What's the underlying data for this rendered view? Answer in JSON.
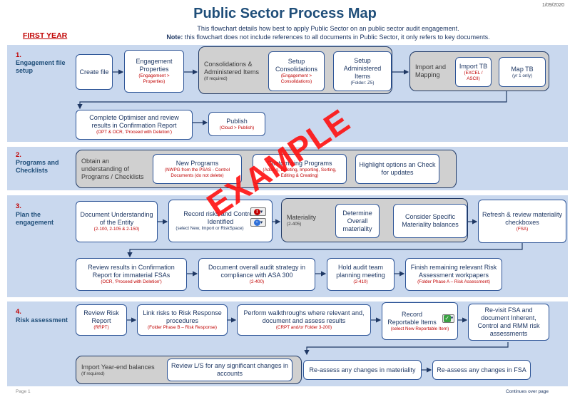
{
  "header": {
    "title": "Public Sector Process Map",
    "date": "1/09/2020",
    "intro_line1": "This flowchart details how best to apply Public Sector on an public sector audit engagement.",
    "note_label": "Note:",
    "note_text": " this flowchart does not include references to all documents in Public Sector, it only refers to key documents.",
    "first_year": "FIRST YEAR"
  },
  "sections": [
    {
      "num": "1.",
      "name": "Engagement file setup"
    },
    {
      "num": "2.",
      "name": "Programs and Checklists"
    },
    {
      "num": "3.",
      "name": "Plan the engagement"
    },
    {
      "num": "4.",
      "name": "Risk assessment"
    }
  ],
  "s1": {
    "create_file": "Create file",
    "eng_props": "Engagement Properties",
    "eng_props_sub": "(Engagement > Properties)",
    "consol_group": "Consolidations & Administered Items",
    "consol_group_sub": "(If required)",
    "setup_consol": "Setup Consolidations",
    "setup_consol_sub": "(Engagement > Consolidations)",
    "setup_admin": "Setup Administered Items",
    "setup_admin_sub": "(Folder: Z5)",
    "import_group": "Import and Mapping",
    "import_tb": "Import TB",
    "import_tb_sub": "(EXCEL / ASCII)",
    "map_tb": "Map TB",
    "map_tb_sub": "(yr 1 only)",
    "optimiser": "Complete Optimiser and review results in Confirmation Report",
    "optimiser_sub": "(OPT & OCR, 'Proceed with Deletion')",
    "publish": "Publish",
    "publish_sub": "(Cloud > Publish)"
  },
  "s2": {
    "group_text": "Obtain an understanding of Programs / Checklists",
    "new_programs": "New Programs",
    "new_programs_sub": "(NWPG from the PSAS - Control Documents (do not delete)",
    "customising": "Customising Programs",
    "customising_sub": "(Adding, Deleting, Importing, Sorting, Editing & Creating)",
    "highlight": "Highlight options an Check for updates"
  },
  "s3": {
    "doc_understanding": "Document Understanding of the Entity",
    "doc_understanding_sub": "(2-100, 2-105 & 2-150)",
    "record_risks": "Record risks and Controls Identified",
    "record_risks_sub": "(select New, Import or RiskSpace)",
    "materiality_group": "Materiality",
    "materiality_group_sub": "(2-405)",
    "determine_mat": "Determine Overall materiality",
    "specific_mat": "Consider Specific Materiality balances",
    "refresh_mat": "Refresh & review materiality checkboxes",
    "refresh_mat_sub": "(FSA)",
    "review_conf": "Review results in Confirmation Report for immaterial FSAs",
    "review_conf_sub": "(OCR, 'Proceed with Deletion')",
    "doc_strategy": "Document overall audit strategy in compliance with ASA 300",
    "doc_strategy_sub": "(2-400)",
    "hold_meeting": "Hold audit team planning meeting",
    "hold_meeting_sub": "(2-410)",
    "finish_remaining": "Finish remaining relevant Risk Assessment workpapers",
    "finish_remaining_sub": "(Folder Phase A – Risk Assessment)"
  },
  "s4": {
    "review_risk": "Review Risk Report",
    "review_risk_sub": "(RRPT)",
    "link_risks": "Link risks to Risk Response procedures",
    "link_risks_sub": "(Folder Phase B – Risk Response)",
    "walkthroughs": "Perform walkthroughs where relevant and, document and assess results",
    "walkthroughs_sub": "(CRPT and/or Folder 3-200)",
    "record_reportable": "Record Reportable Items",
    "record_reportable_sub": "(select New Reportable Item)",
    "revisit_fsa": "Re-visit FSA and document Inherent, Control and RMM risk assessments",
    "import_ye_group": "Import Year-end balances",
    "import_ye_sub": "(If required)",
    "review_ls": "Review L/S for any significant changes in accounts",
    "reassess_mat": "Re-assess any changes in materiality",
    "reassess_fsa": "Re-assess any changes in FSA"
  },
  "watermark": "EXAMPLE",
  "footer": {
    "page": "Page 1",
    "continues": "Continues over page"
  }
}
